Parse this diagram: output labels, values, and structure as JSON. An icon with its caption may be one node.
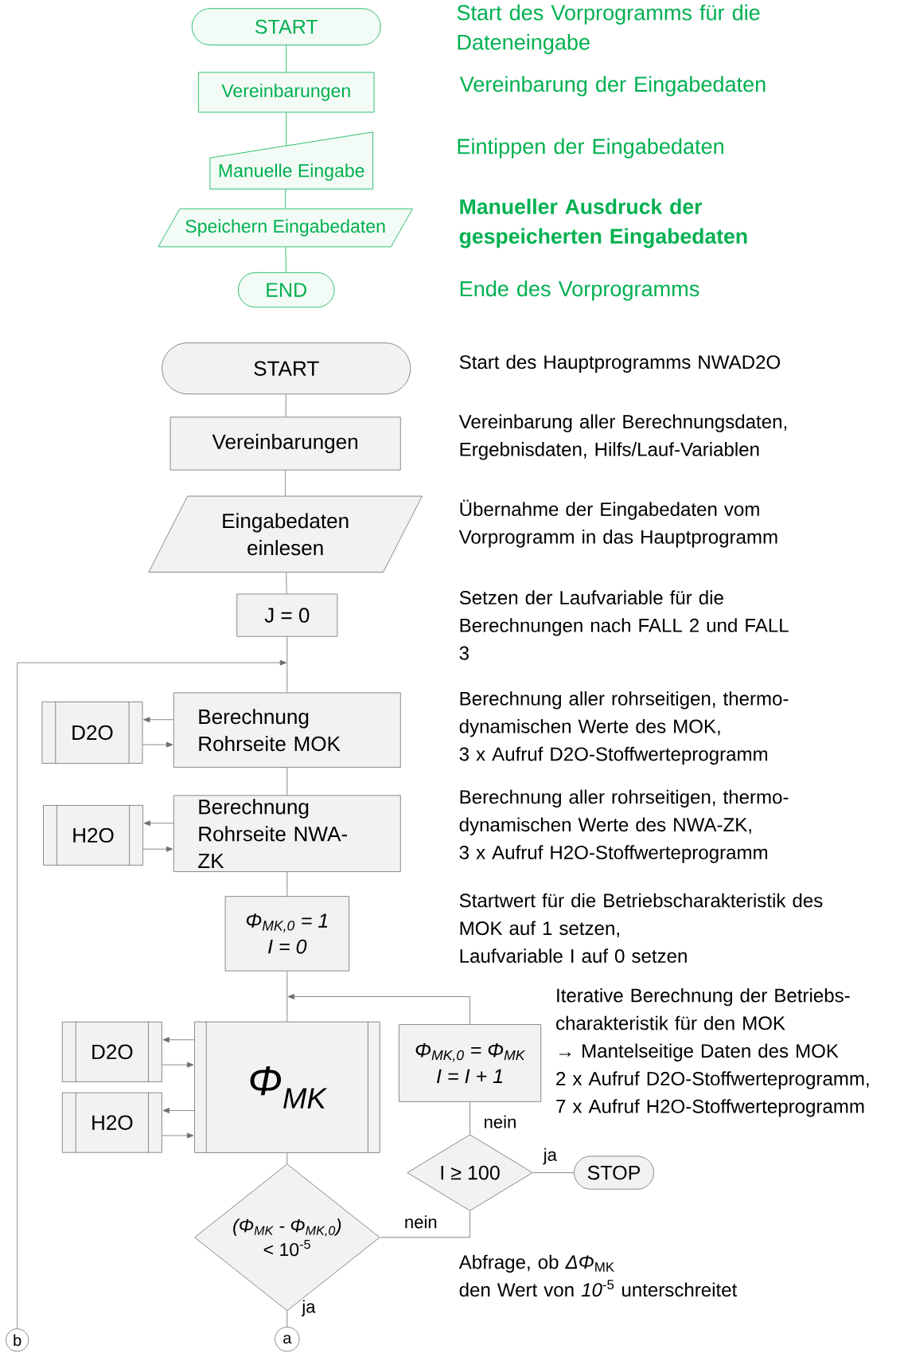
{
  "diagram": {
    "nodes": [
      {
        "text": [
          "START"
        ]
      },
      {
        "text": [
          "Vereinbarungen"
        ]
      },
      {
        "text": [
          "Manuelle Eingabe"
        ]
      },
      {
        "text": [
          "Speichern Eingabedaten"
        ],
        "beside": [
          "Manueller Ausdruck der gespeicherten Eingabedaten"
        ]
      },
      {
        "text": [
          "END"
        ]
      },
      {
        "text": [
          "START"
        ],
        "beside": [
          "Start des Hauptprogramms NWAD2O"
        ]
      },
      {
        "text": [
          "Vereinbarungen"
        ],
        "beside": [
          "Vereinbarung aller Berechnungsdaten, Ergebnisdaten, Hilfs/Lauf-Variablen"
        ]
      },
      {
        "text": [
          "Eingabedaten einlesen"
        ],
        "beside": [
          "Übernahme der Eingabedaten vom Vorprogramm in das Hauptprogramm"
        ]
      },
      {
        "text": [
          "J = 0"
        ]
      },
      {
        "text": [
          "D2O"
        ]
      },
      {
        "text": [
          "Berechnung Rohrseite MOK"
        ],
        "beside": [
          "Berechnung aller rohrseitigen, thermo-dynamischen Werte des MOK,",
          "3 x Aufruf D2O-Stoffwerteprogramm"
        ]
      },
      {
        "text": [
          "H2O"
        ]
      },
      {
        "text": [
          "Berechnung Rohrseite NWA-ZK"
        ],
        "beside": [
          "Berechnung aller rohrseitigen, thermo-dynamischen Werte des NWA-ZK,",
          "3 x Aufruf H2O-Stoffwerteprogramm"
        ]
      },
      {
        "text": [
          "Φ$_{MK,0}$ = 1",
          "I = 0"
        ],
        "beside": [
          "Startwert für die Betriebscharakteristik des MOK auf 1 setzen,",
          "Laufvariable I auf 0 setzen"
        ]
      },
      {
        "text": [
          "D2O"
        ]
      },
      {
        "text": [
          "H2O"
        ]
      },
      {
        "text": [
          "Φ$_{MK}$"
        ],
        "beside": [
          "Iterative Berechnung der Betriebs-charakteristik für den MOK",
          "→ Mantelseitige Daten des MOK",
          "2 x Aufruf D2O-Stoffwerteprogramm,",
          "7 x Aufruf H2O-Stoffwerteprogramm"
        ]
      },
      {
        "text": [
          "Φ$_{MK,0}$ = Φ$_{MK}$",
          "I = I + 1"
        ]
      },
      {
        "text": [
          "I ≥ 100"
        ]
      },
      {
        "text": [
          "STOP"
        ]
      },
      {
        "text": [
          "(Φ$_{MK}$ - Φ$_{MK,0}$)",
          "< 10$^{-5}$"
        ],
        "beside": [
          "Abfrage, ob *ΔΦ*$_{MK}$",
          "den Wert von *10*$^{-5}$ unterschreitet"
        ]
      },
      {
        "text": [
          "b"
        ]
      },
      {
        "text": [
          "a"
        ]
      }
    ],
    "edges": [
      {
        "from": 0,
        "to": 1,
        "arrow": "none",
        "color": "#00b050"
      },
      {
        "from": 1,
        "to": 2,
        "arrow": "none",
        "color": "#00b050"
      },
      {
        "from": 2,
        "to": 3,
        "arrow": "none",
        "color": "#00b050"
      },
      {
        "from": 3,
        "to": 4,
        "arrow": "none",
        "color": "#00b050"
      },
      {
        "from": 5,
        "to": 6,
        "arrow": "none"
      },
      {
        "from": 6,
        "to": 7,
        "arrow": "none"
      },
      {
        "from": 7,
        "to": 8,
        "arrow": "none"
      },
      {
        "from": 8,
        "to": 10,
        "arrow": "none"
      },
      {
        "from": 10,
        "to": 9,
        "arrow": "to"
      },
      {
        "from": 9,
        "to": 10,
        "arrow": "to"
      },
      {
        "from": 10,
        "to": 12,
        "arrow": "none"
      },
      {
        "from": 12,
        "to": 11,
        "arrow": "to"
      },
      {
        "from": 11,
        "to": 12,
        "arrow": "to"
      },
      {
        "from": 12,
        "to": 13,
        "arrow": "none"
      },
      {
        "from": 13,
        "to": 16,
        "arrow": "none"
      },
      {
        "from": 16,
        "to": 14,
        "arrow": "to"
      },
      {
        "from": 14,
        "to": 16,
        "arrow": "to"
      },
      {
        "from": 16,
        "to": 15,
        "arrow": "to"
      },
      {
        "from": 15,
        "to": 16,
        "arrow": "to"
      },
      {
        "from": 16,
        "to": 20,
        "arrow": "none"
      },
      {
        "from": 20,
        "to": 18,
        "label": "nein",
        "arrow": "none"
      },
      {
        "from": 18,
        "to": 17,
        "label": "nein",
        "arrow": "none"
      },
      {
        "from": 18,
        "to": 19,
        "label": "ja",
        "arrow": "none"
      },
      {
        "from": 17,
        "to": null,
        "arrow": "to"
      },
      {
        "from": 20,
        "to": 22,
        "label": "ja",
        "arrow": "none"
      },
      {
        "from": 21,
        "to": null,
        "arrow": "to"
      }
    ],
    "labels": [
      "Start des Vorprogramms für die Dateneingabe",
      "Vereinbarung der Eingabedaten",
      "Eintippen der Eingabedaten",
      "Ende des Vorprogramms",
      "Setzen der Laufvariable für die Berechnungen nach FALL 2 und FALL 3"
    ]
  }
}
